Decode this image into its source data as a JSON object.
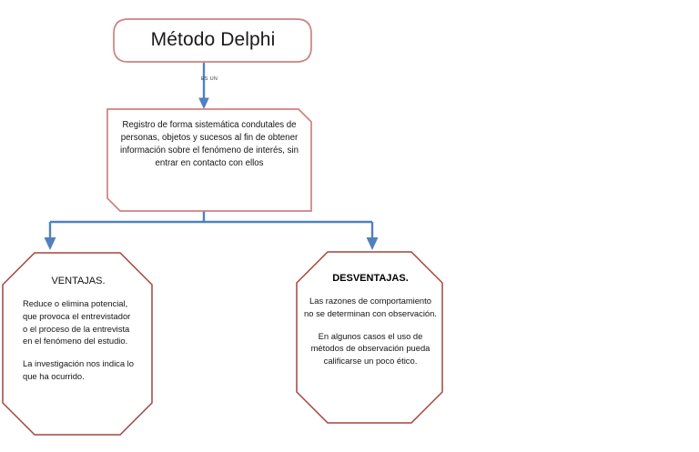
{
  "diagram": {
    "type": "flowchart",
    "title": "Método Delphi",
    "palette": {
      "shape_stroke_light": "#D08080",
      "shape_stroke_dark": "#A5433F",
      "connector_blue": "#4F81BD",
      "text": "#141414",
      "background": "#FFFFFF"
    },
    "nodes": {
      "root": {
        "label": "Método Delphi",
        "shape": "rounded-octagon"
      },
      "definition": {
        "label": "Registro de forma sistemática condutales de personas, objetos y sucesos al fin de obtener información sobre el fenómeno de interés, sin entrar en contacto con ellos",
        "shape": "chamfered-rectangle"
      },
      "ventajas": {
        "title": "VENTAJAS.",
        "shape": "octagon",
        "paragraphs": [
          "Reduce o elimina potencial, que provoca el entrevistador o el proceso de la entrevista en el fenómeno del estudio.",
          "La investigación nos indica lo que ha ocurrido."
        ]
      },
      "desventajas": {
        "title": "DESVENTAJAS.",
        "shape": "octagon",
        "paragraphs": [
          "Las razones de comportamiento no se determinan con observación.",
          "En algunos casos el uso de métodos de observación pueda calificarse un poco ético."
        ]
      }
    },
    "edges": {
      "root_to_definition": {
        "label": "ES UN",
        "style": "arrow-down"
      },
      "definition_to_branches": {
        "label": "",
        "style": "bus-split-two-arrows"
      }
    }
  }
}
